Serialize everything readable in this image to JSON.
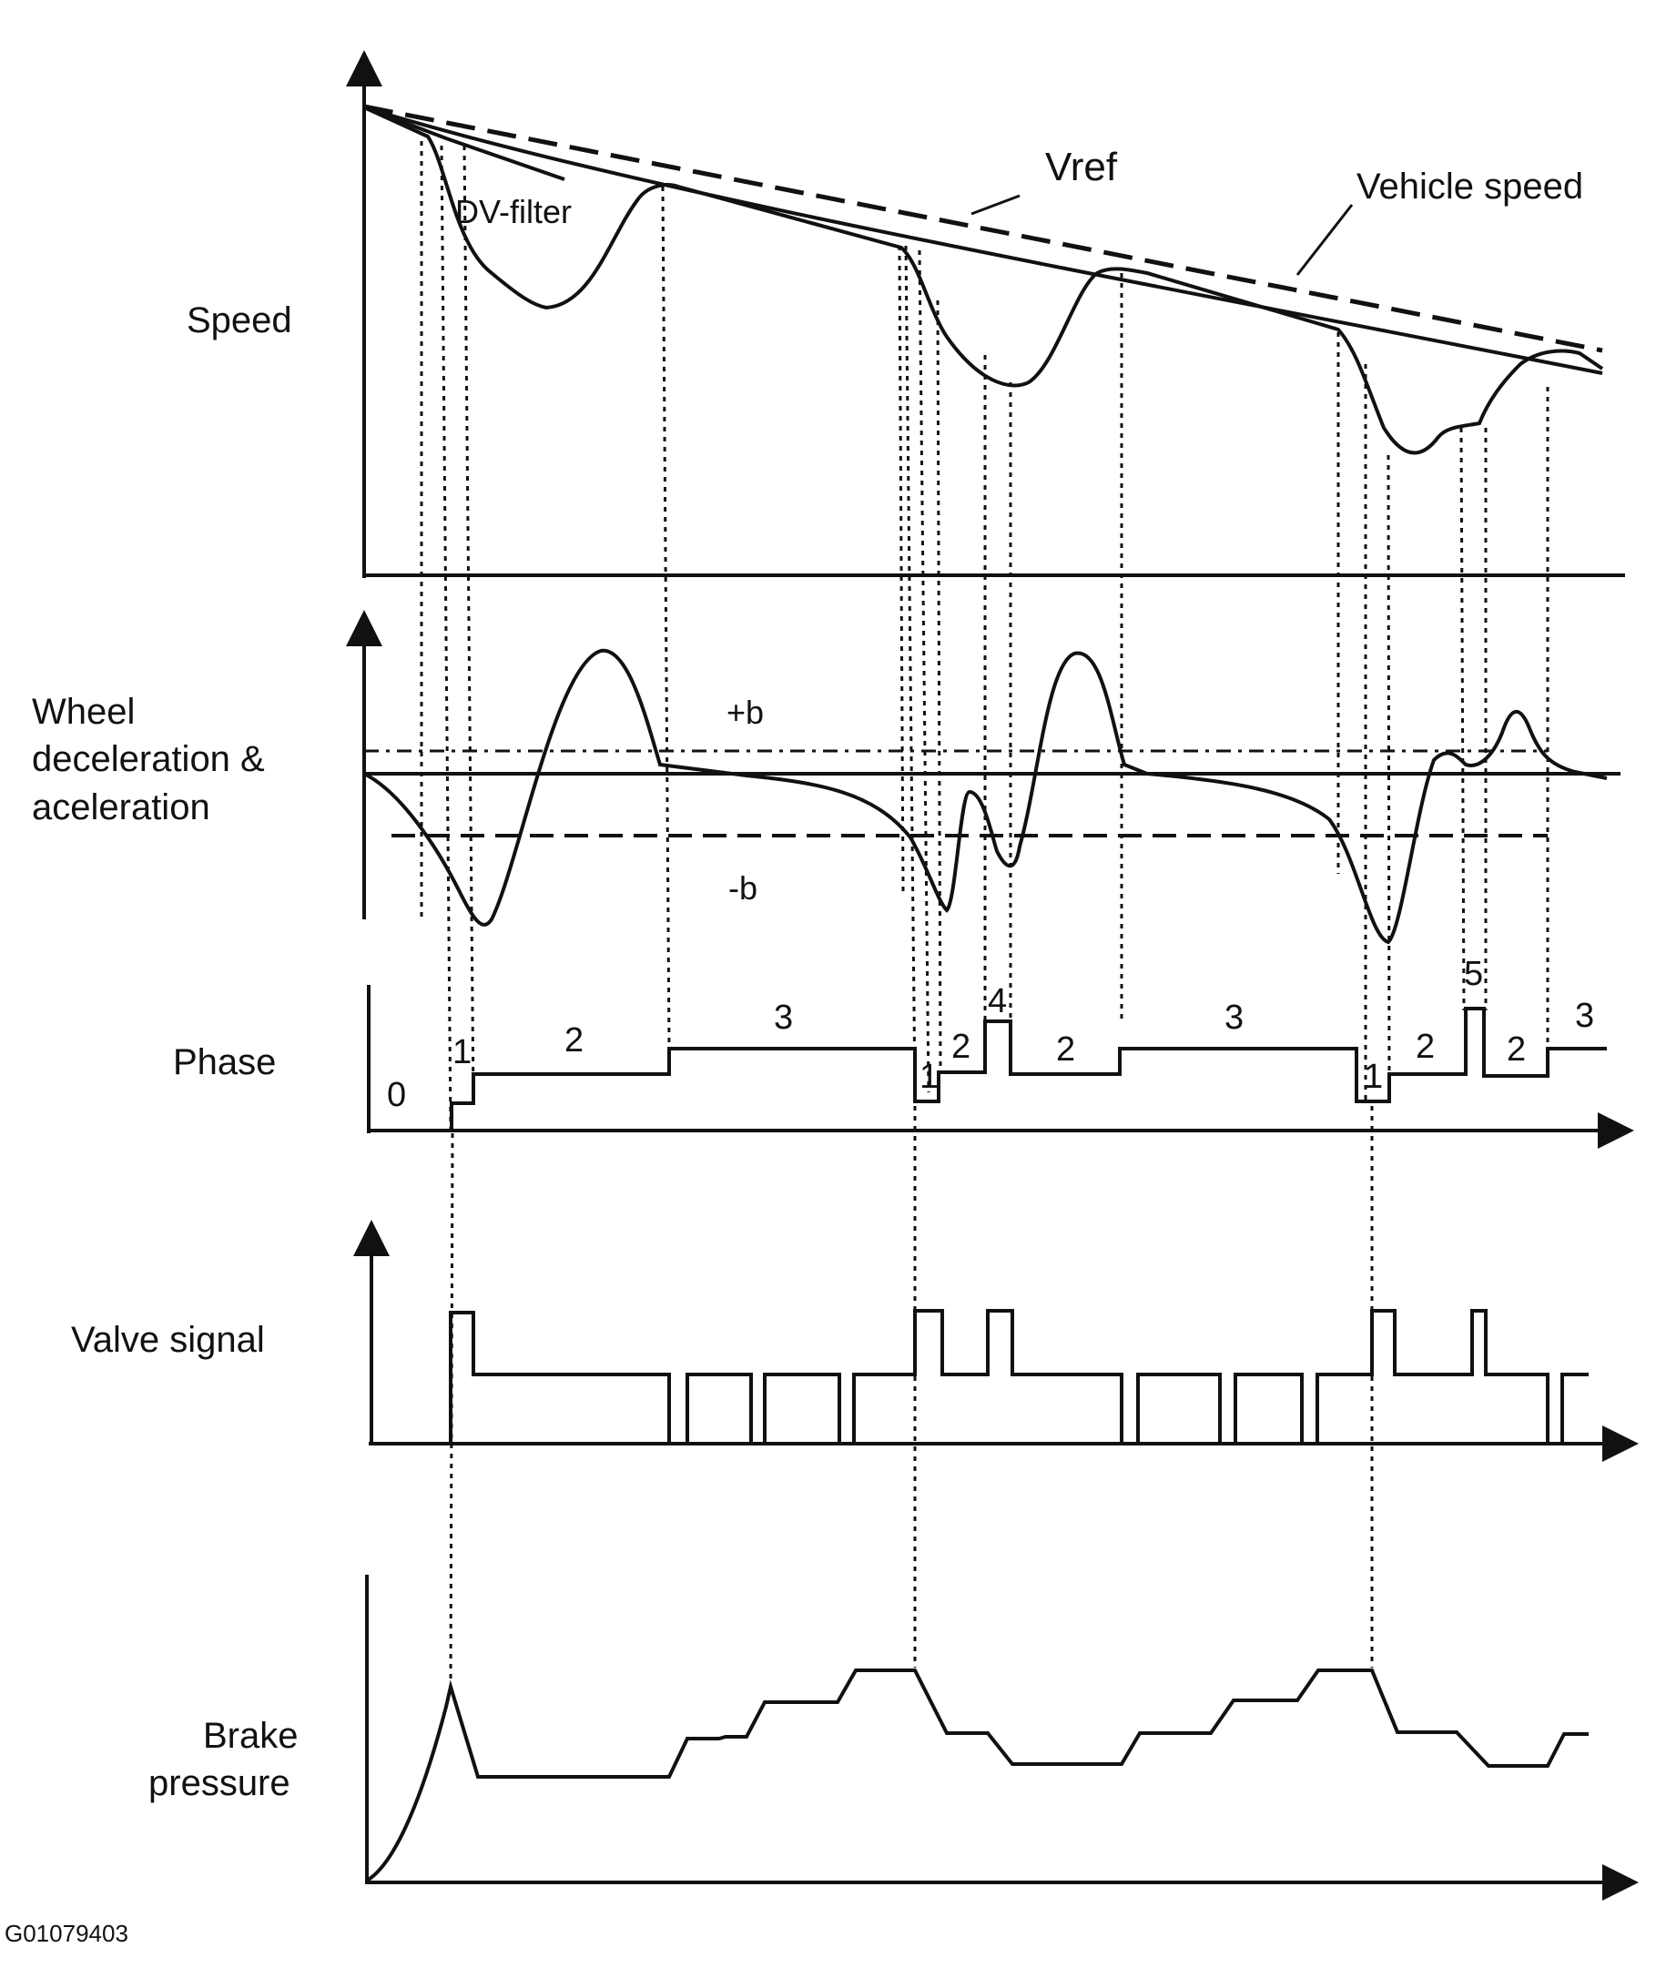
{
  "row_labels": {
    "speed": "Speed",
    "wheel_1": "Wheel",
    "wheel_2": "deceleration &",
    "wheel_3": "aceleration",
    "phase": "Phase",
    "valve": "Valve signal",
    "brake_1": "Brake",
    "brake_2": "pressure"
  },
  "annotations": {
    "vref": "Vref",
    "vehicle_speed": "Vehicle speed",
    "dv_filter": "DV-filter",
    "plus_b": "+b",
    "minus_b": "-b"
  },
  "phase_labels": [
    "0",
    "1",
    "2",
    "3",
    "1",
    "2",
    "4",
    "2",
    "3",
    "1",
    "2",
    "5",
    "2",
    "3"
  ],
  "figure_id": "G01079403",
  "colors": {
    "line": "#111111",
    "background": "#ffffff"
  }
}
